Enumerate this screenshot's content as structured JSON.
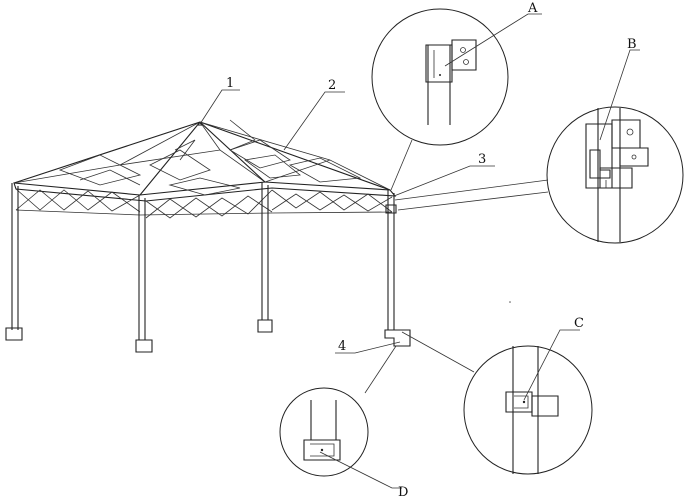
{
  "labels": {
    "l1": "1",
    "l2": "2",
    "l3": "3",
    "l4": "4",
    "lA": "A",
    "lB": "B",
    "lC": "C",
    "lD": "D"
  },
  "colors": {
    "stroke": "#222222",
    "background": "#ffffff"
  }
}
